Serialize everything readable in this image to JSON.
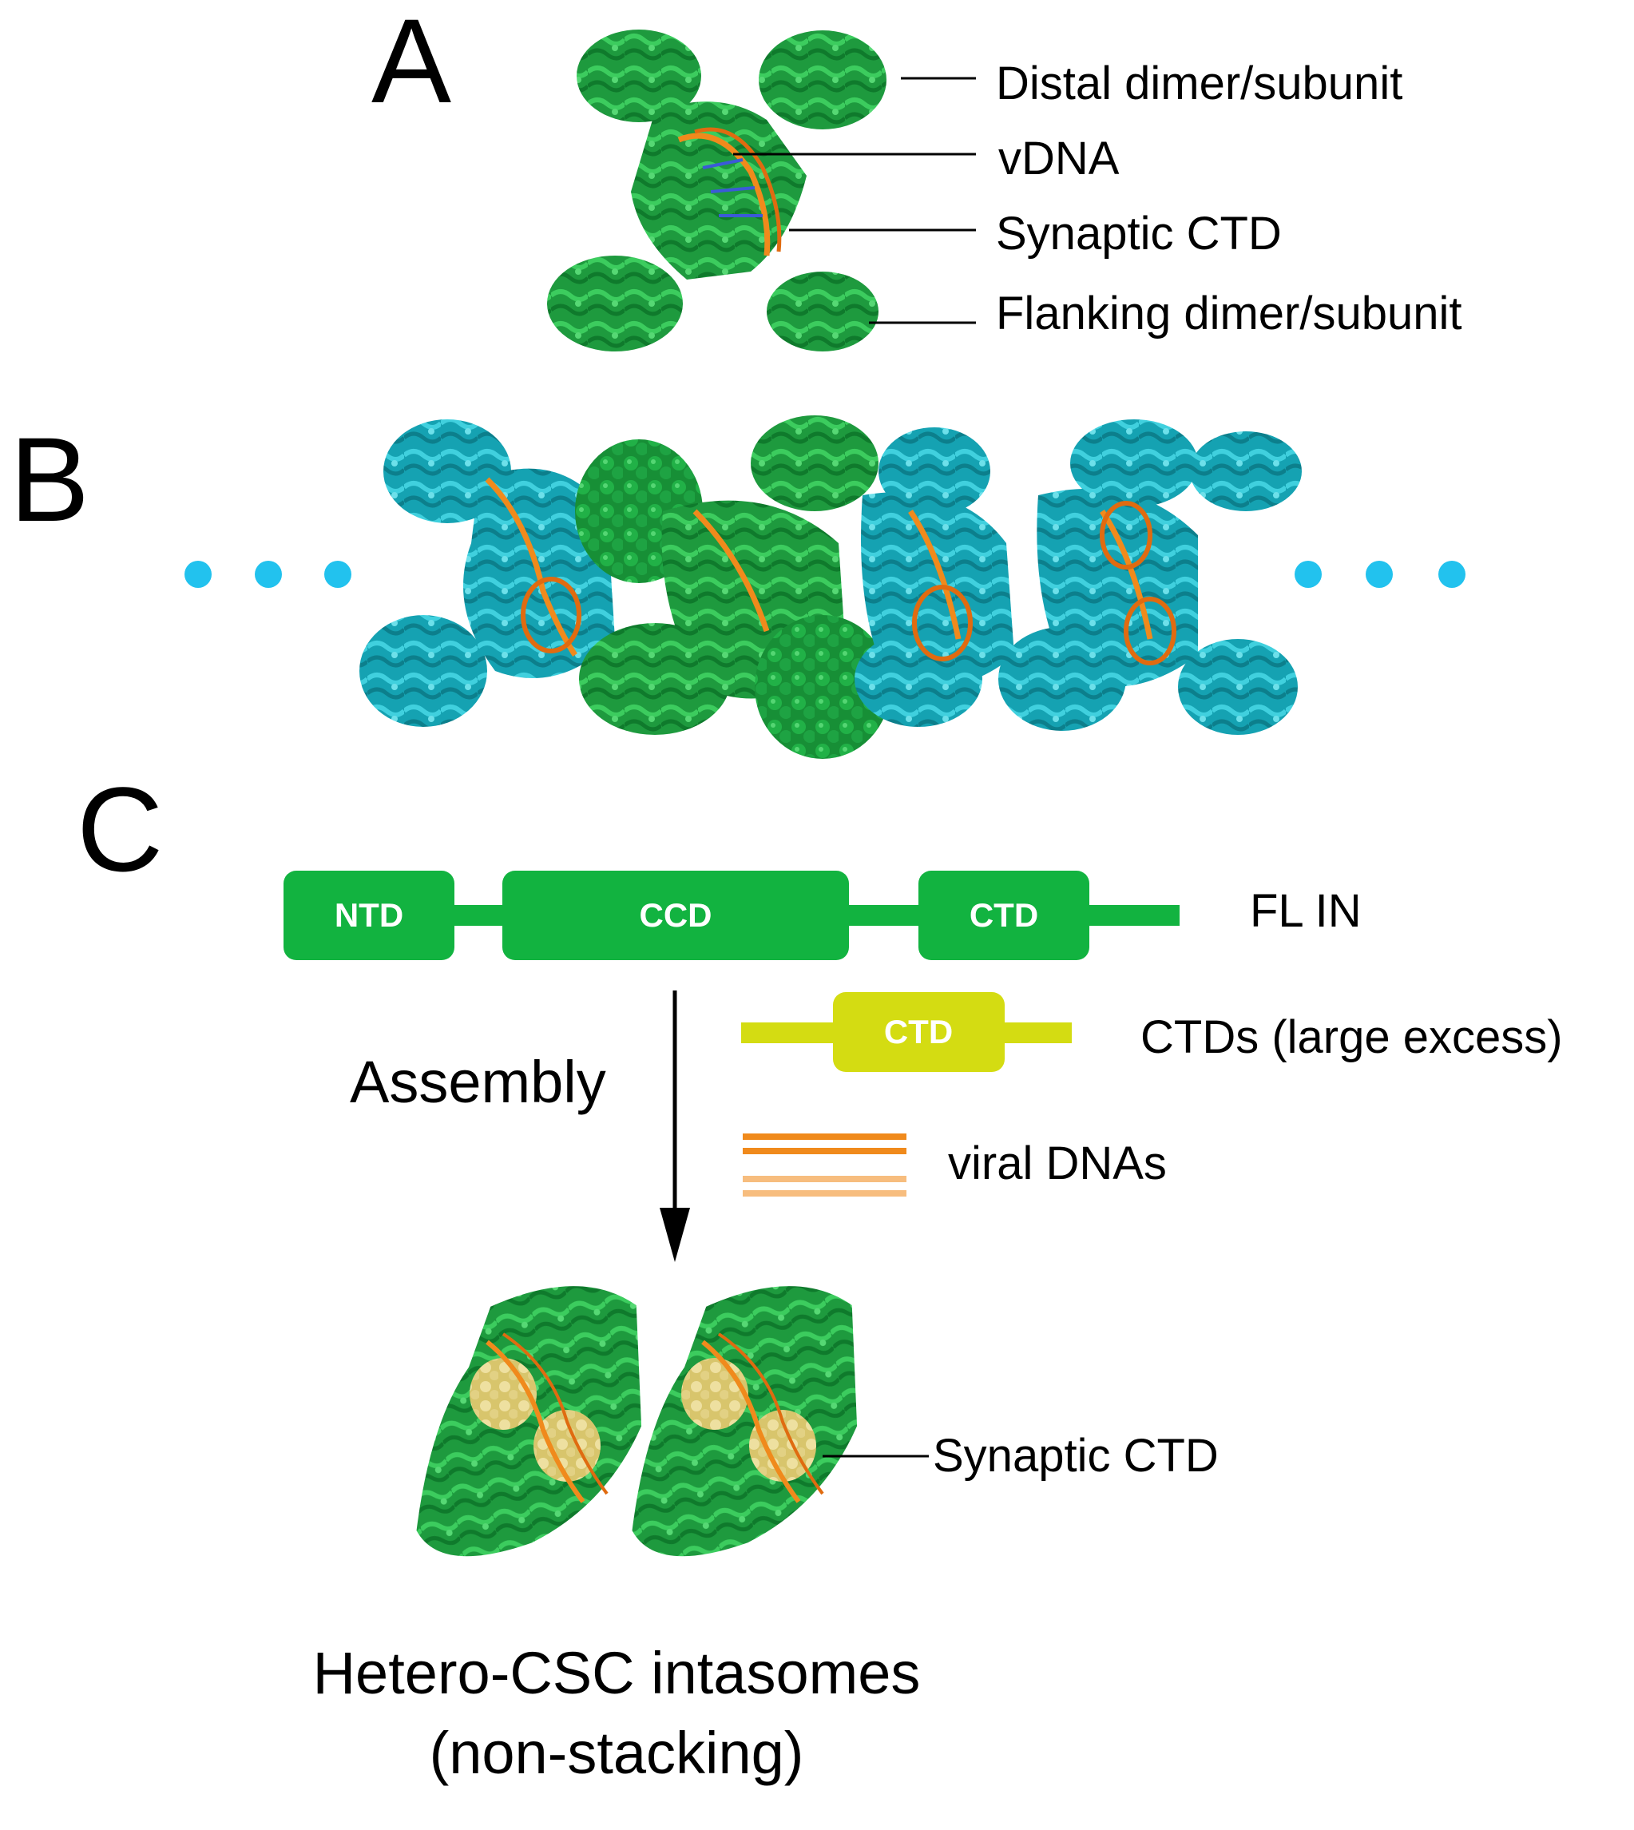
{
  "panel_a": {
    "letter": "A",
    "labels": {
      "distal": "Distal dimer/subunit",
      "vdna": "vDNA",
      "synaptic": "Synaptic CTD",
      "flanking": "Flanking dimer/subunit"
    }
  },
  "panel_b": {
    "letter": "B"
  },
  "panel_c": {
    "letter": "C",
    "fl_in": {
      "label": "FL IN",
      "domains": [
        "NTD",
        "CCD",
        "CTD"
      ]
    },
    "ctds": {
      "domain": "CTD",
      "label": "CTDs (large excess)"
    },
    "viral_dna_label": "viral DNAs",
    "assembly_label": "Assembly",
    "synaptic_label": "Synaptic CTD",
    "caption_line1": "Hetero-CSC intasomes",
    "caption_line2": "(non-stacking)"
  },
  "colors": {
    "protein_green": "#1aa040",
    "domain_green": "#12b340",
    "ctd_yellow": "#d4dc12",
    "cyan": "#18aebe",
    "dot_blue": "#22c2ee",
    "dna_orange": "#f08a1c",
    "dna_light": "#f7bd7e",
    "cream": "#e6d98a"
  }
}
